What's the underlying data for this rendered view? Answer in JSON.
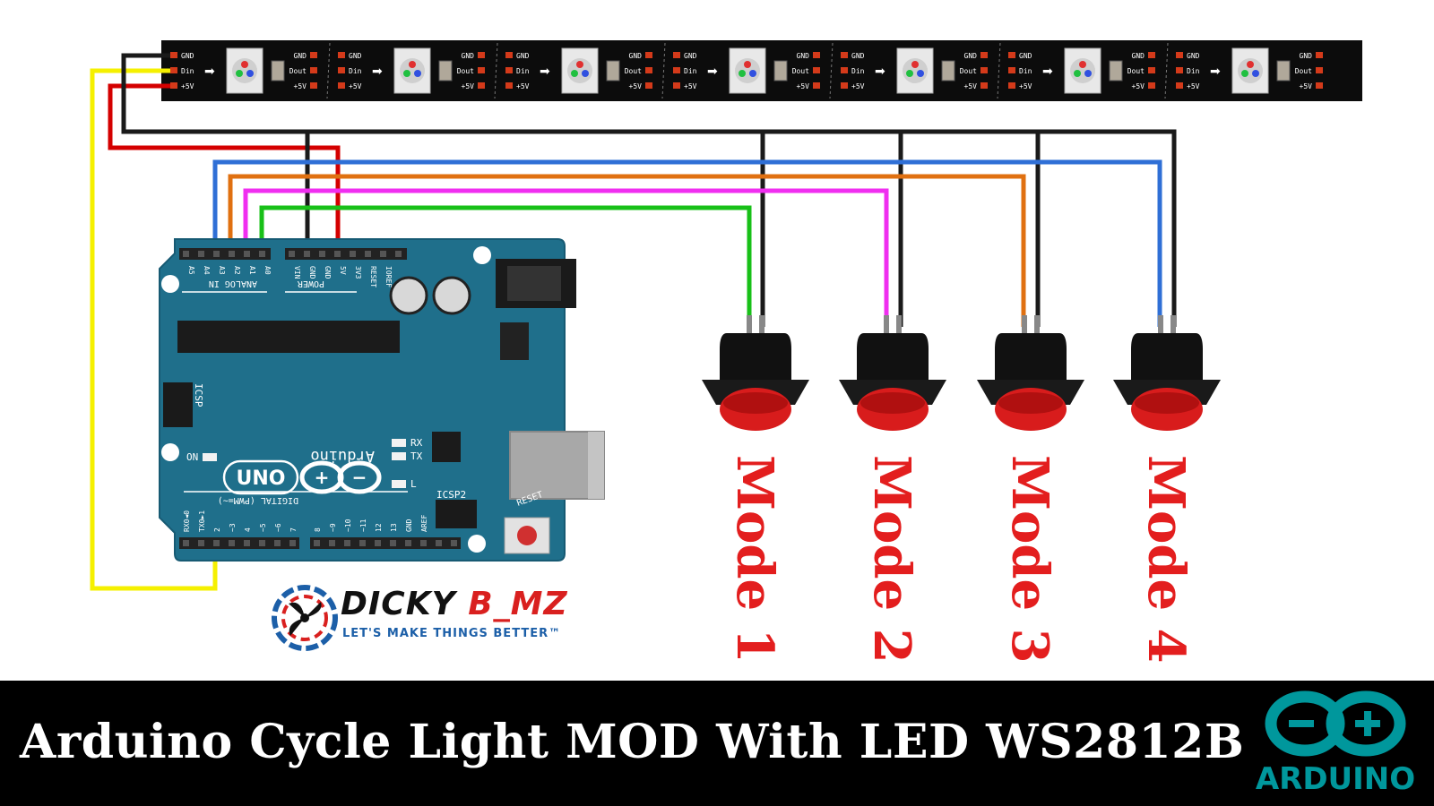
{
  "title": "Arduino Cycle Light MOD With LED WS2812B",
  "brand": {
    "name_part1": "DICKY ",
    "name_part2": "B_MZ",
    "tagline": "LET'S MAKE THINGS BETTER™"
  },
  "arduino_logo_text": "ARDUINO",
  "buttons": [
    {
      "label": "Mode 1"
    },
    {
      "label": "Mode 2"
    },
    {
      "label": "Mode 3"
    },
    {
      "label": "Mode 4"
    }
  ],
  "led_strip": {
    "pixel_count": 7,
    "in_labels": [
      "GND",
      "Din",
      "+5V"
    ],
    "out_labels": [
      "GND",
      "Dout",
      "+5V"
    ]
  },
  "board": {
    "brand_text": "Arduino",
    "model_text": "UNO",
    "analog_header": [
      "A5",
      "A4",
      "A3",
      "A2",
      "A1",
      "A0"
    ],
    "analog_caption": "ANALOG IN",
    "power_header": [
      "VIN",
      "GND",
      "GND",
      "5V",
      "3V3",
      "RESET",
      "IOREF"
    ],
    "power_caption": "POWER",
    "digital_low": [
      "RX0◄0",
      "TX0►1",
      "2",
      "~3",
      "4",
      "~5",
      "~6",
      "7"
    ],
    "digital_high": [
      "8",
      "~9",
      "~10",
      "~11",
      "12",
      "13",
      "GND",
      "AREF"
    ],
    "digital_caption": "DIGITAL (PWM=~)",
    "icsp_label": "ICSP",
    "icsp2_label": "ICSP2",
    "reset_label": "RESET",
    "led_labels": [
      "RX",
      "TX",
      "L",
      "ON"
    ]
  },
  "colors": {
    "board": "#1f6f8b",
    "wire_black": "#1a1a1a",
    "wire_red": "#d40000",
    "wire_yellow": "#f5f000",
    "wire_blue": "#2f6fd6",
    "wire_orange": "#e07010",
    "wire_magenta": "#f02ef0",
    "wire_green": "#18c018",
    "button_cap": "#d81c1c",
    "mode_label": "#e31e1e",
    "arduino_teal": "#00979c"
  }
}
